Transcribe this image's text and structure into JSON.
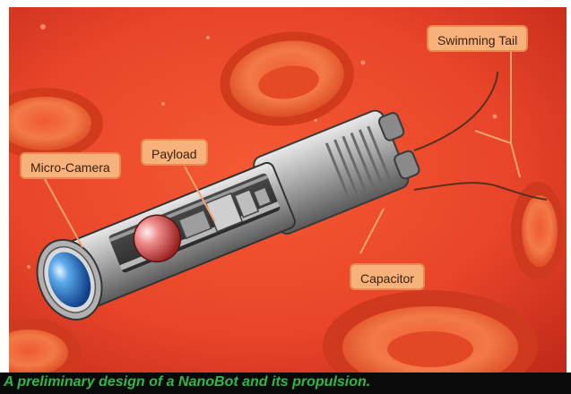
{
  "labels": {
    "micro_camera": "Micro-Camera",
    "payload": "Payload",
    "swimming_tail": "Swimming Tail",
    "capacitor": "Capacitor"
  },
  "caption": "A preliminary design of a NanoBot and its propulsion.",
  "colors": {
    "background_red": "#e8452a",
    "label_fill": "#f6b27a",
    "label_border": "#e9884f",
    "caption_text": "#2fb84a",
    "caption_bar": "#0a0a0a"
  }
}
